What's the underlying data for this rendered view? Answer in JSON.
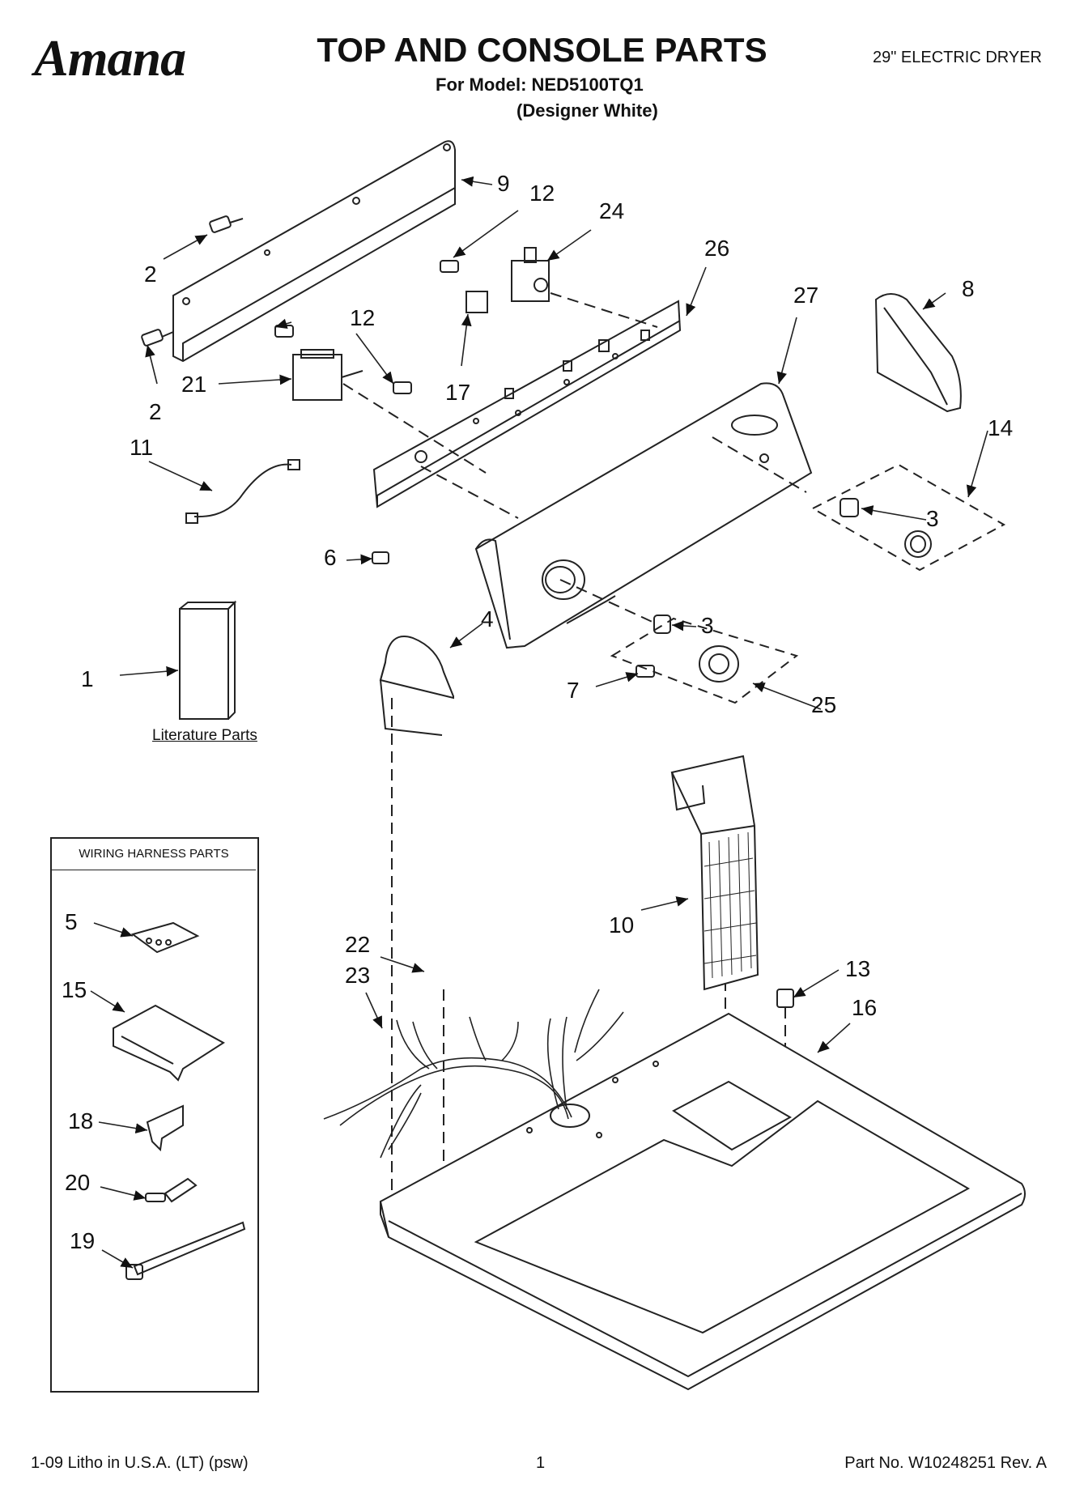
{
  "header": {
    "brand": "Amana",
    "title": "TOP AND CONSOLE PARTS",
    "model_line": "For Model: NED5100TQ1",
    "variant": "(Designer White)",
    "product": "29\" ELECTRIC DRYER"
  },
  "callouts": [
    "1",
    "2",
    "2",
    "3",
    "3",
    "4",
    "5",
    "6",
    "7",
    "8",
    "9",
    "10",
    "11",
    "12",
    "12",
    "13",
    "14",
    "15",
    "16",
    "17",
    "18",
    "19",
    "20",
    "21",
    "22",
    "23",
    "24",
    "25",
    "26",
    "27"
  ],
  "literature_label": "Literature Parts",
  "harness_box_title": "WIRING HARNESS PARTS",
  "footer": {
    "left": "1-09 Litho in U.S.A. (LT) (psw)",
    "page": "1",
    "part_no": "Part No. W10248251 Rev. A"
  }
}
